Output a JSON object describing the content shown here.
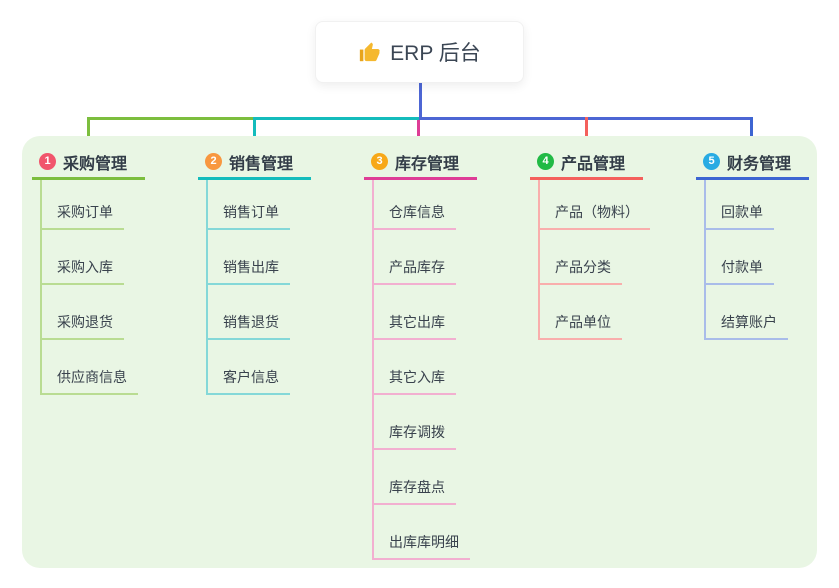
{
  "root": {
    "icon": "thumbs-up-icon",
    "label": "ERP 后台"
  },
  "panel_color": "#e9f6e4",
  "connector_colors": {
    "root": "#4d66d4",
    "branch1": "#7cbe3e",
    "branch2": "#14bcbc",
    "branch3": "#de3d96",
    "branch4": "#f4605c",
    "branch5": "#3d65d2"
  },
  "branches": [
    {
      "num": "1",
      "title": "采购管理",
      "badge_color": "#f1556c",
      "accent_color": "#7cbe3e",
      "light_color": "#b9dc92",
      "items": [
        "采购订单",
        "采购入库",
        "采购退货",
        "供应商信息"
      ]
    },
    {
      "num": "2",
      "title": "销售管理",
      "badge_color": "#f8973f",
      "accent_color": "#14bcbc",
      "light_color": "#84d8d8",
      "items": [
        "销售订单",
        "销售出库",
        "销售退货",
        "客户信息"
      ]
    },
    {
      "num": "3",
      "title": "库存管理",
      "badge_color": "#f7a818",
      "accent_color": "#de3d96",
      "light_color": "#f2afd0",
      "items": [
        "仓库信息",
        "产品库存",
        "其它出库",
        "其它入库",
        "库存调拨",
        "库存盘点",
        "出库库明细"
      ]
    },
    {
      "num": "4",
      "title": "产品管理",
      "badge_color": "#21ba45",
      "accent_color": "#f4605c",
      "light_color": "#f9aeac",
      "items": [
        "产品（物料）",
        "产品分类",
        "产品单位"
      ]
    },
    {
      "num": "5",
      "title": "财务管理",
      "badge_color": "#28abe3",
      "accent_color": "#3d65d2",
      "light_color": "#a9bce9",
      "items": [
        "回款单",
        "付款单",
        "结算账户"
      ]
    }
  ]
}
